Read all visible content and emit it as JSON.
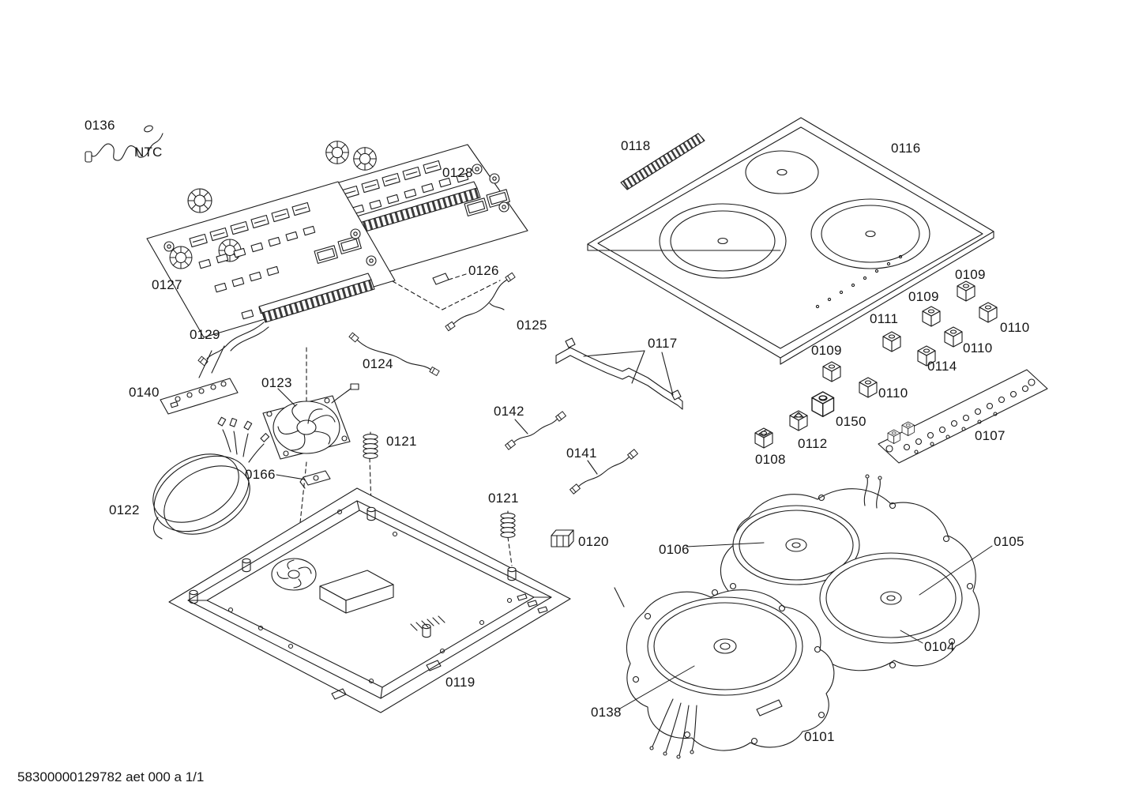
{
  "document": {
    "footer": "58300000129782 aet 000 a 1/1"
  },
  "palette": {
    "line": "#1c1c1c",
    "background": "#ffffff"
  },
  "labels": [
    {
      "part": "0136",
      "text": "0136"
    },
    {
      "part": "NTC",
      "text": "NTC"
    },
    {
      "part": "0128",
      "text": "0128"
    },
    {
      "part": "0127",
      "text": "0127"
    },
    {
      "part": "0126",
      "text": "0126"
    },
    {
      "part": "0129",
      "text": "0129"
    },
    {
      "part": "0125",
      "text": "0125"
    },
    {
      "part": "0124",
      "text": "0124"
    },
    {
      "part": "0140",
      "text": "0140"
    },
    {
      "part": "0123",
      "text": "0123"
    },
    {
      "part": "0122",
      "text": "0122"
    },
    {
      "part": "0166",
      "text": "0166"
    },
    {
      "part": "0121",
      "text": "0121"
    },
    {
      "part": "0121",
      "text": "0121"
    },
    {
      "part": "0142",
      "text": "0142"
    },
    {
      "part": "0141",
      "text": "0141"
    },
    {
      "part": "0120",
      "text": "0120"
    },
    {
      "part": "0119",
      "text": "0119"
    },
    {
      "part": "0117",
      "text": "0117"
    },
    {
      "part": "0118",
      "text": "0118"
    },
    {
      "part": "0116",
      "text": "0116"
    },
    {
      "part": "0109",
      "text": "0109"
    },
    {
      "part": "0109",
      "text": "0109"
    },
    {
      "part": "0111",
      "text": "0111"
    },
    {
      "part": "0110",
      "text": "0110"
    },
    {
      "part": "0110",
      "text": "0110"
    },
    {
      "part": "0109",
      "text": "0109"
    },
    {
      "part": "0114",
      "text": "0114"
    },
    {
      "part": "0110",
      "text": "0110"
    },
    {
      "part": "0150",
      "text": "0150"
    },
    {
      "part": "0112",
      "text": "0112"
    },
    {
      "part": "0108",
      "text": "0108"
    },
    {
      "part": "0107",
      "text": "0107"
    },
    {
      "part": "0106",
      "text": "0106"
    },
    {
      "part": "0105",
      "text": "0105"
    },
    {
      "part": "0104",
      "text": "0104"
    },
    {
      "part": "0138",
      "text": "0138"
    },
    {
      "part": "0101",
      "text": "0101"
    }
  ]
}
